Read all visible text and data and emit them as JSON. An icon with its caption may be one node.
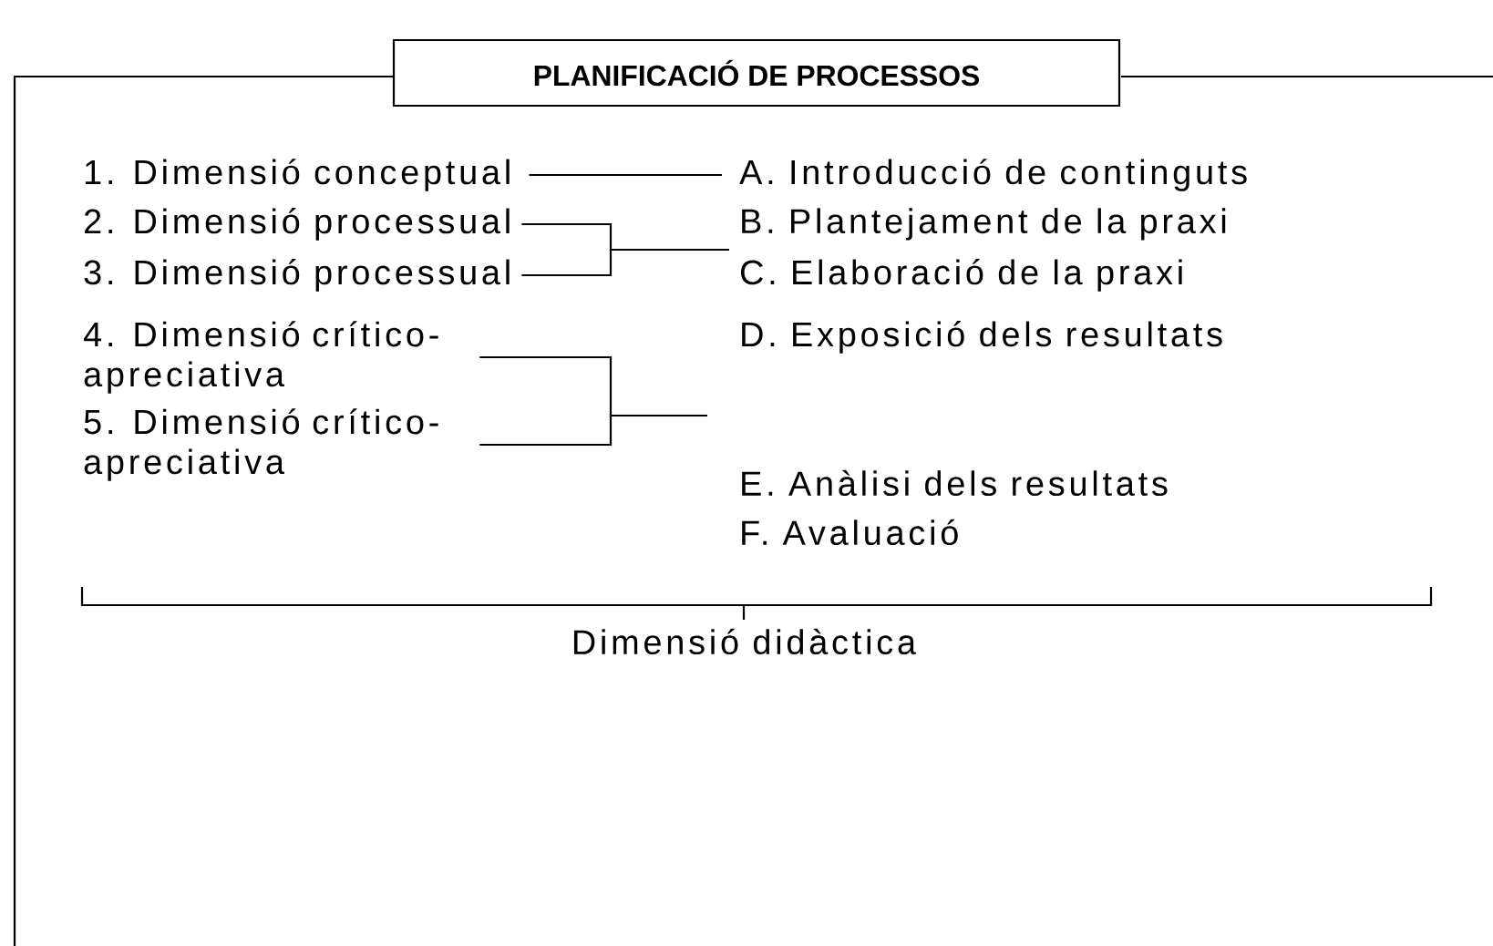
{
  "diagram": {
    "nodes": [
      {
        "text": [
          "PLANIFICACIÓ DE PROCESSOS"
        ]
      },
      {
        "text": [
          "1. Dimensió conceptual"
        ]
      },
      {
        "text": [
          "2. Dimensió processual"
        ]
      },
      {
        "text": [
          "3. Dimensió processual"
        ]
      },
      {
        "text": [
          "4. Dimensió crítico-apreciativa"
        ]
      },
      {
        "text": [
          "5. Dimensió crítico-apreciativa"
        ]
      },
      {
        "text": [
          "A. Introducció de continguts"
        ]
      },
      {
        "text": [
          "B. Plantejament de la praxi"
        ]
      },
      {
        "text": [
          "C. Elaboració de la praxi"
        ]
      },
      {
        "text": [
          "D. Exposició dels resultats"
        ]
      },
      {
        "text": [
          "E. Anàlisi dels resultats"
        ]
      },
      {
        "text": [
          "F. Avaluació"
        ]
      }
    ],
    "edges": [
      {
        "from": 1,
        "to": 6,
        "arrow": "none"
      },
      {
        "from": 2,
        "to": 8,
        "arrow": "none"
      },
      {
        "from": 3,
        "to": 8,
        "arrow": "none"
      },
      {
        "from": 4,
        "to": null,
        "arrow": "none"
      },
      {
        "from": 5,
        "to": null,
        "arrow": "none"
      }
    ],
    "labels": [
      "Dimensió didàctica"
    ]
  }
}
